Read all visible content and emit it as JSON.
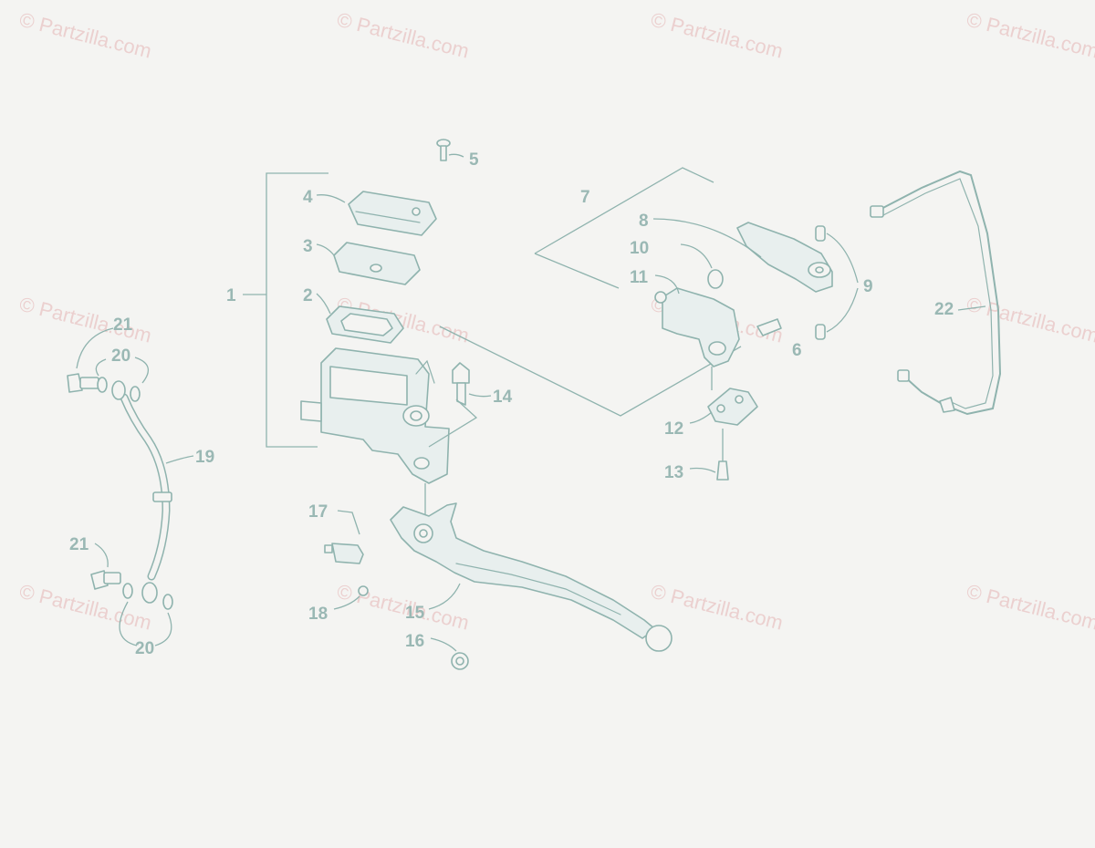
{
  "watermark": "© Partzilla.com",
  "colors": {
    "line": "#8fb3ae",
    "label": "#9ab8b4",
    "watermark": "#e9c4c4",
    "background": "#f4f4f2"
  },
  "callouts": {
    "c1": "1",
    "c2": "2",
    "c3": "3",
    "c4": "4",
    "c5": "5",
    "c6": "6",
    "c7": "7",
    "c8": "8",
    "c9": "9",
    "c10": "10",
    "c11": "11",
    "c12": "12",
    "c13": "13",
    "c14": "14",
    "c15": "15",
    "c16": "16",
    "c17": "17",
    "c18": "18",
    "c19": "19",
    "c20a": "20",
    "c20b": "20",
    "c21a": "21",
    "c21b": "21",
    "c22": "22"
  }
}
